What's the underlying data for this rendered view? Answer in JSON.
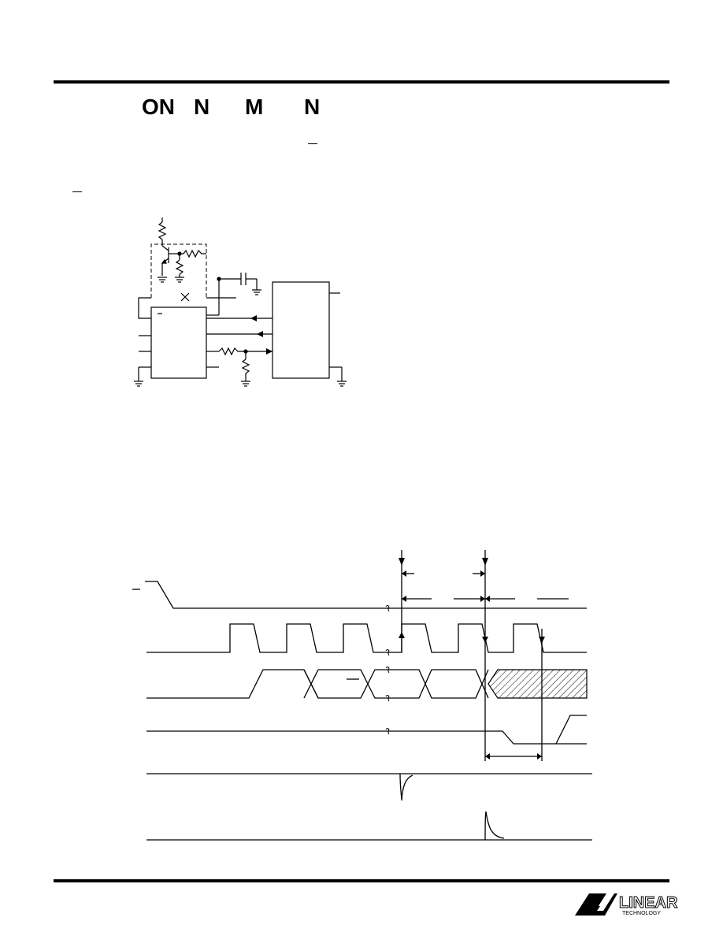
{
  "heading_fragments": [
    "ON",
    "N",
    "M",
    "N"
  ],
  "logo": {
    "name": "LINEAR",
    "sub": "TECHNOLOGY",
    "icon": "lt-logo-icon"
  },
  "circuit": {
    "icon": "circuit-schematic"
  },
  "timing": {
    "icon": "timing-diagram"
  }
}
